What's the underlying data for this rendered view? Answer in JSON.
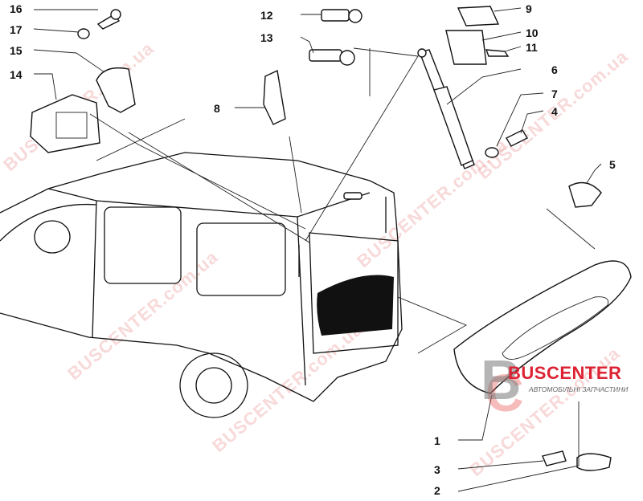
{
  "callouts": {
    "c16": "16",
    "c17": "17",
    "c15": "15",
    "c14": "14",
    "c12": "12",
    "c13": "13",
    "c8": "8",
    "c9": "9",
    "c10": "10",
    "c11": "11",
    "c6": "6",
    "c7": "7",
    "c4": "4",
    "c5": "5",
    "c1": "1",
    "c3": "3",
    "c2": "2"
  },
  "watermark": "BUSCENTER.com.ua",
  "logo": {
    "name": "BUSCENTER",
    "subtitle": "АВТОМОБІЛЬНІ ЗАПЧАСТИНИ",
    "brand_color": "#dd2222"
  }
}
